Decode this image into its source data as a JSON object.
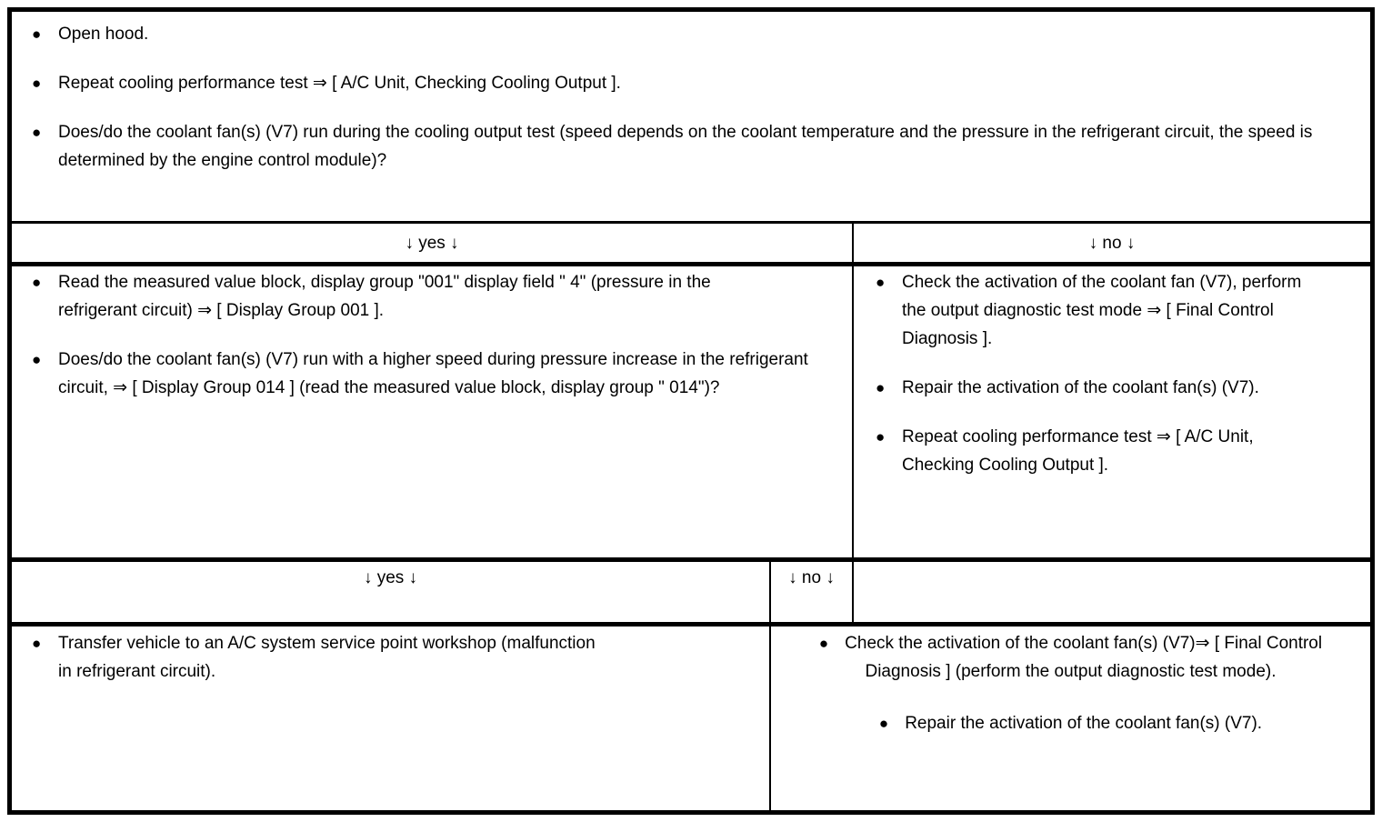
{
  "glyphs": {
    "bullet": "●"
  },
  "intro": {
    "bullets": [
      "Open hood.",
      "Repeat cooling performance test ⇒ [ A/C Unit, Checking Cooling Output ].",
      "Does/do the coolant fan(s) (V7) run during the cooling output test (speed depends on the coolant temperature and the pressure in the refrigerant circuit, the speed is determined by the engine control module)?"
    ]
  },
  "level1": {
    "yes_label": "↓ yes ↓",
    "no_label": "↓ no ↓",
    "yes_bullets": [
      "Read the measured value block, display group \"001\" display field \" 4\" (pressure in the refrigerant circuit) ⇒ [ Display Group 001 ].",
      "Does/do the coolant fan(s) (V7) run with a higher speed during pressure increase in the refrigerant circuit, ⇒ [ Display Group 014 ] (read the measured value block, display group \" 014\")?"
    ],
    "no_bullets": [
      "Check the activation of the coolant fan (V7), perform the output diagnostic test mode ⇒ [ Final Control Diagnosis ].",
      "Repair the activation of the coolant fan(s) (V7).",
      "Repeat cooling performance test ⇒ [ A/C Unit, Checking Cooling Output ]."
    ]
  },
  "level2": {
    "yes_label": "↓ yes ↓",
    "no_label": "↓ no ↓",
    "yes_bullets": [
      "Transfer vehicle to an A/C system service point workshop (malfunction in refrigerant circuit)."
    ],
    "no_bullets": [
      "Check the activation of the coolant fan(s) (V7)⇒ [ Final Control Diagnosis ] (perform the output diagnostic test mode).",
      "Repair the activation of the coolant fan(s) (V7)."
    ]
  }
}
